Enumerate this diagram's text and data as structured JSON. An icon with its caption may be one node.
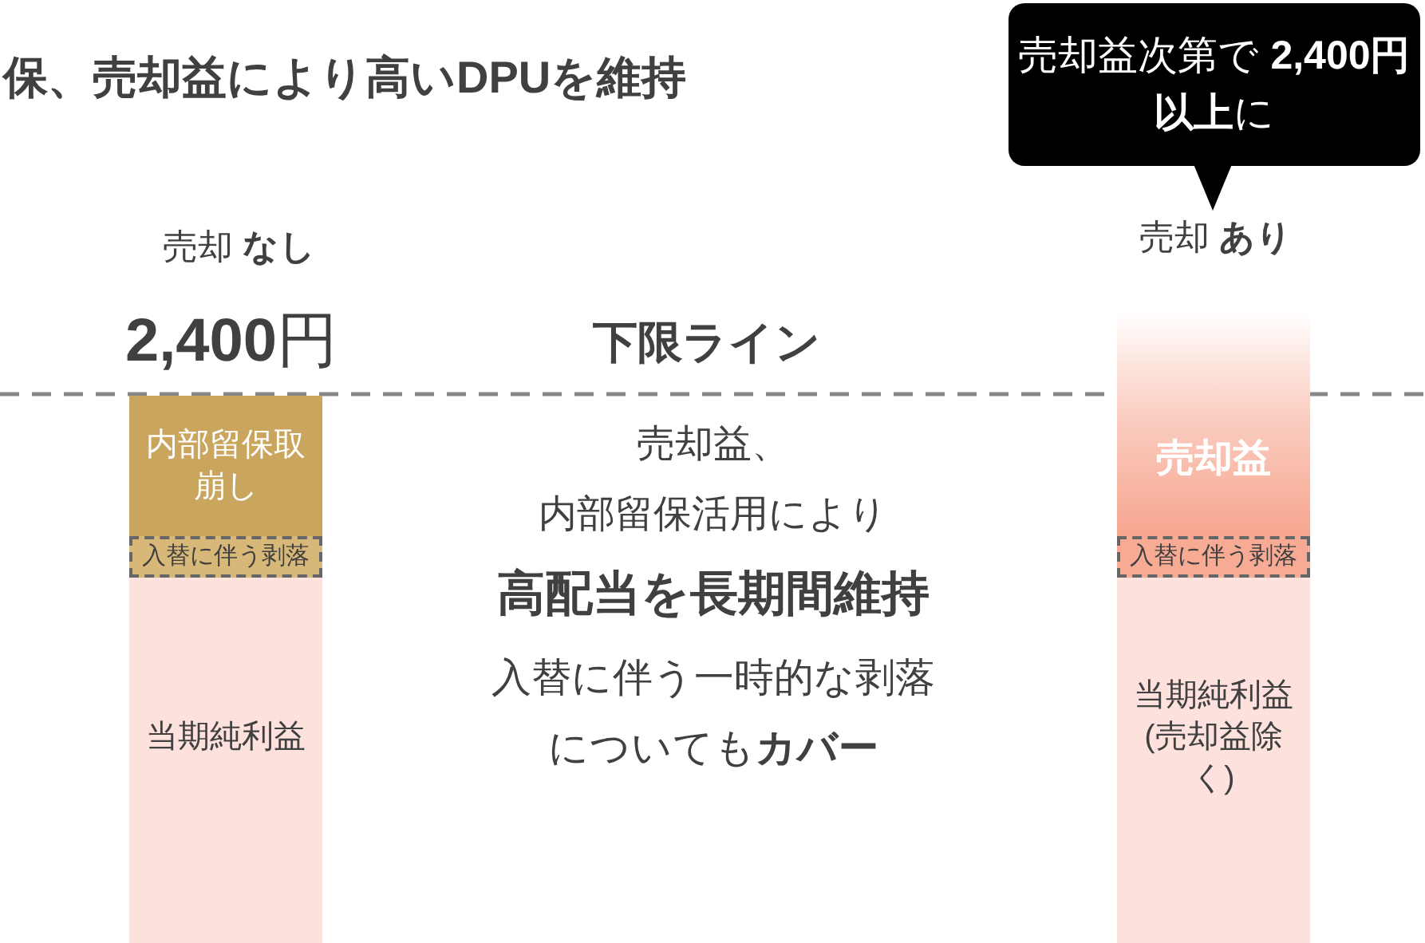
{
  "diagram": {
    "title": "保、売却益により高いDPUを維持",
    "nodes": [
      {
        "text": [
          "内部留保取崩し"
        ]
      },
      {
        "text": [
          "入替に伴う剥落"
        ]
      },
      {
        "text": [
          "当期純利益"
        ]
      },
      {
        "text": [
          "売却益次第で **2,400円以上**に"
        ]
      },
      {
        "text": [
          "売却益"
        ]
      },
      {
        "text": [
          "入替に伴う剥落"
        ]
      },
      {
        "text": [
          "当期純利益 (売却益除く)"
        ]
      }
    ],
    "labels": [
      "売却 **なし**",
      "**2,400**円",
      "下限ライン",
      "売却益、",
      "内部留保活用により",
      "高配当を長期間維持",
      "入替に伴う一時的な剥落",
      "についても**カバー**",
      "売却 **あり**"
    ]
  }
}
